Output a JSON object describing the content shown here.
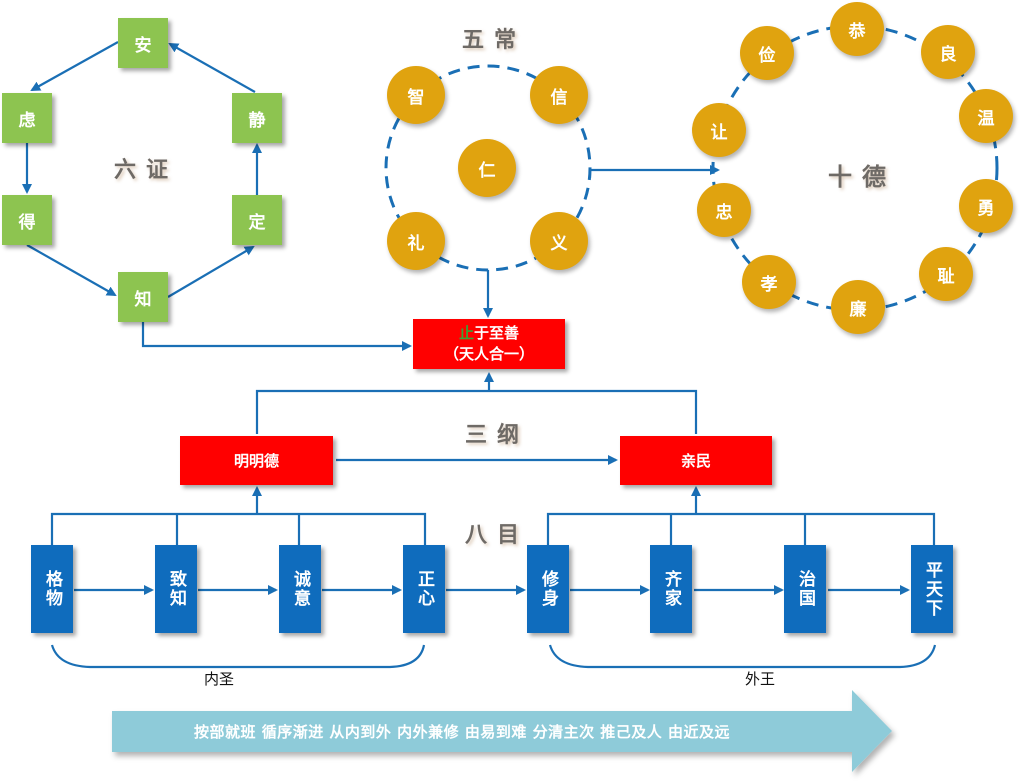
{
  "six_proofs": {
    "title": "六证",
    "nodes": [
      "安",
      "虑",
      "得",
      "知",
      "定",
      "静"
    ]
  },
  "five_constants": {
    "title": "五常",
    "nodes": {
      "center": "仁",
      "top_left": "智",
      "top_right": "信",
      "bottom_left": "礼",
      "bottom_right": "义"
    }
  },
  "ten_virtues": {
    "title": "十德",
    "nodes": [
      "恭",
      "良",
      "温",
      "勇",
      "耻",
      "廉",
      "孝",
      "忠",
      "让",
      "俭"
    ]
  },
  "goal": {
    "highlight": "止",
    "line1_rest": "于至善",
    "line2": "（天人合一）"
  },
  "three_principles": {
    "title": "三纲",
    "left": "明明德",
    "right": "亲民"
  },
  "eight_items": {
    "title": "八目",
    "items": [
      "格物",
      "致知",
      "诚意",
      "正心",
      "修身",
      "齐家",
      "治国",
      "平天下"
    ],
    "inner_label": "内圣",
    "outer_label": "外王"
  },
  "banner": {
    "text": "按部就班 循序渐进 从内到外 内外兼修 由易到难 分清主次 推己及人 由近及远"
  },
  "colors": {
    "line": "#1a6fb5",
    "green": "#8dc450",
    "gold": "#e0a30f",
    "red": "#ff0000",
    "blue": "#0f6cbd",
    "banner": "#8ecbd9"
  }
}
